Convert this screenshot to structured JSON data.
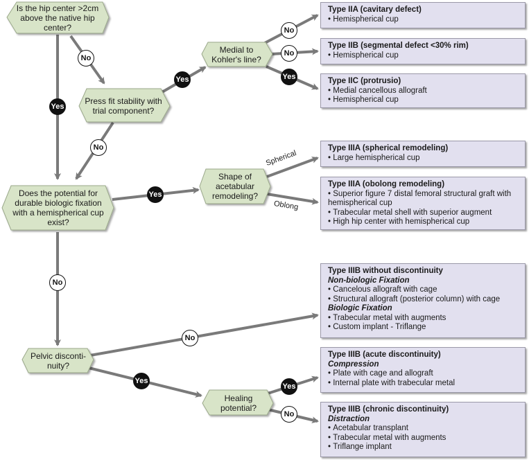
{
  "colors": {
    "decision_fill": "#d8e4c8",
    "decision_stroke": "#9aa88a",
    "outcome_fill": "#e2e0ef",
    "arrow": "#7a7a7a",
    "yes_badge": "#111111",
    "no_badge": "#ffffff"
  },
  "decisions": {
    "hip_center": "Is the hip center >2cm above the native hip center?",
    "press_fit": "Press fit stability with trial component?",
    "medial_kohler": "Medial to Kohler's line?",
    "durable_fixation": "Does the potential for durable biologic fixation with a hemispherical cup exist?",
    "shape_remodeling": "Shape of acetabular remodeling?",
    "pelvic_discontinuity": "Pelvic disconti-nuity?",
    "healing_potential": "Healing potential?"
  },
  "edge_labels": {
    "yes": "Yes",
    "no": "No",
    "spherical": "Spherical",
    "oblong": "Oblong"
  },
  "outcomes": {
    "iia": {
      "title": "Type IIA (cavitary defect)",
      "items": [
        "Hemispherical cup"
      ]
    },
    "iib": {
      "title": "Type IIB (segmental defect <30% rim)",
      "items": [
        "Hemispherical cup"
      ]
    },
    "iic": {
      "title": "Type IIC (protrusio)",
      "items": [
        "Medial cancellous allograft",
        "Hemispherical cup"
      ]
    },
    "iiia_spherical": {
      "title": "Type IIIA (spherical remodeling)",
      "items": [
        "Large hemispherical cup"
      ]
    },
    "iiia_oblong": {
      "title": "Type IIIA (obolong remodeling)",
      "items": [
        "Superior figure 7 distal femoral structural graft with hemispherical cup",
        "Trabecular metal shell with superior augment",
        "High hip center with hemispherical cup"
      ]
    },
    "iiib_without": {
      "title": "Type IIIB without discontinuity",
      "groups": [
        {
          "subtitle": "Non-biologic Fixation",
          "items": [
            "Cancelous allograft with cage",
            "Structural allograft (posterior column) with cage"
          ]
        },
        {
          "subtitle": "Biologic Fixation",
          "items": [
            "Trabecular metal with augments",
            "Custom implant - Triflange"
          ]
        }
      ]
    },
    "iiib_acute": {
      "title": "Type IIIB (acute discontinuity)",
      "subtitle": "Compression",
      "items": [
        "Plate with cage and allograft",
        "Internal plate with trabecular metal"
      ]
    },
    "iiib_chronic": {
      "title": "Type IIIB (chronic discontinuity)",
      "subtitle": "Distraction",
      "items": [
        "Acetabular transplant",
        "Trabecular metal with augments",
        "Triflange implant"
      ]
    }
  }
}
